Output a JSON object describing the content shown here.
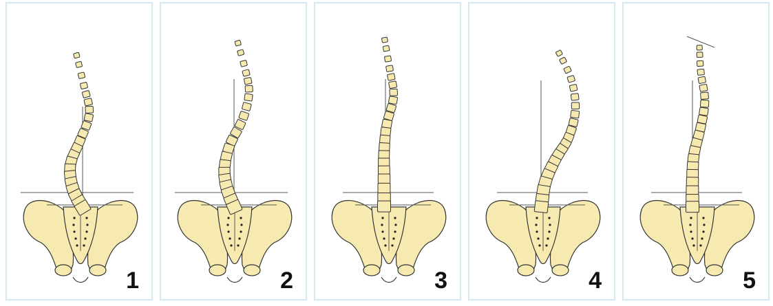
{
  "colors": {
    "panel_border": "#d6e8f0",
    "bone_fill": "#f7eab0",
    "bone_stroke": "#333333",
    "line": "#555555",
    "number": "#111111"
  },
  "panels": [
    {
      "number": "1"
    },
    {
      "number": "2"
    },
    {
      "number": "3"
    },
    {
      "number": "4"
    },
    {
      "number": "5"
    }
  ]
}
